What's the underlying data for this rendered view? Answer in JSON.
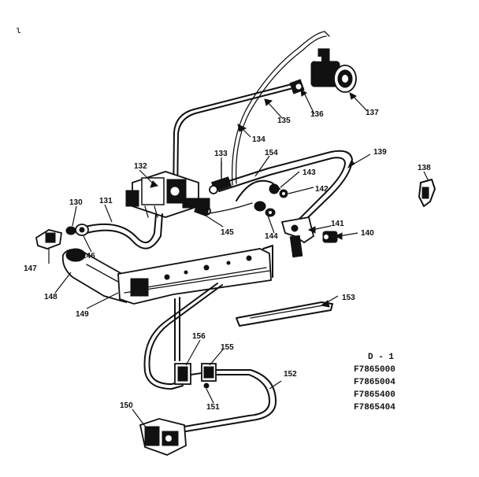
{
  "corner_mark": "ι",
  "parts": [
    {
      "id": "p130",
      "label": "130"
    },
    {
      "id": "p131",
      "label": "131"
    },
    {
      "id": "p132",
      "label": "132"
    },
    {
      "id": "p133",
      "label": "133"
    },
    {
      "id": "p134",
      "label": "134"
    },
    {
      "id": "p135",
      "label": "135"
    },
    {
      "id": "p136",
      "label": "136"
    },
    {
      "id": "p137",
      "label": "137"
    },
    {
      "id": "p138",
      "label": "138"
    },
    {
      "id": "p139",
      "label": "139"
    },
    {
      "id": "p140",
      "label": "140"
    },
    {
      "id": "p141",
      "label": "141"
    },
    {
      "id": "p142",
      "label": "142"
    },
    {
      "id": "p143",
      "label": "143"
    },
    {
      "id": "p144",
      "label": "144"
    },
    {
      "id": "p145",
      "label": "145"
    },
    {
      "id": "p146",
      "label": "146"
    },
    {
      "id": "p147",
      "label": "147"
    },
    {
      "id": "p148",
      "label": "148"
    },
    {
      "id": "p149",
      "label": "149"
    },
    {
      "id": "p150",
      "label": "150"
    },
    {
      "id": "p151",
      "label": "151"
    },
    {
      "id": "p152",
      "label": "152"
    },
    {
      "id": "p153",
      "label": "153"
    },
    {
      "id": "p154",
      "label": "154"
    },
    {
      "id": "p155",
      "label": "155"
    },
    {
      "id": "p156",
      "label": "156"
    }
  ],
  "models": {
    "header": "D - 1",
    "numbers": [
      "F7865000",
      "F7865004",
      "F7865400",
      "F7865404"
    ]
  }
}
